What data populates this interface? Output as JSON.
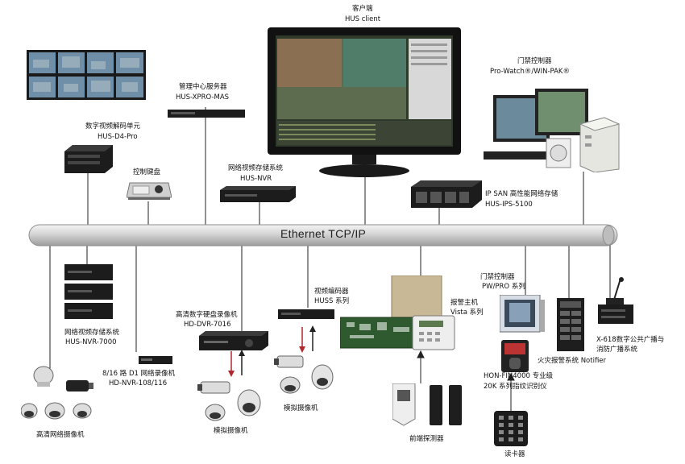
{
  "network": {
    "bus_label": "Ethernet TCP/IP"
  },
  "devices": {
    "client": {
      "line1": "客户端",
      "line2": "HUS client"
    },
    "management_server": {
      "line1": "管理中心服务器",
      "line2": "HUS-XPRO-MAS"
    },
    "decoder": {
      "line1": "数字视频解码单元",
      "line2": "HUS-D4-Pro"
    },
    "keyboard": {
      "line1": "控制键盘"
    },
    "nvr_storage": {
      "line1": "网络视频存储系统",
      "line2": "HUS-NVR"
    },
    "access_control_top": {
      "line1": "门禁控制器",
      "line2": "Pro-Watch®/WIN-PAK®"
    },
    "ipsan": {
      "line1": "IP SAN 高性能网络存储",
      "line2": "HUS-IPS-5100"
    },
    "nvr7000": {
      "line1": "网络视频存储系统",
      "line2": "HUS-NVR-7000"
    },
    "nvr108": {
      "line1": "8/16 路 D1 网络录像机",
      "line2": "HD-NVR-108/116"
    },
    "dvr": {
      "line1": "高清数字硬盘录像机",
      "line2": "HD-DVR-7016"
    },
    "encoder": {
      "line1": "视频编码器",
      "line2": "HUSS 系列"
    },
    "alarm_host": {
      "line1": "报警主机",
      "line2": "Vista 系列"
    },
    "access_control_bottom": {
      "line1": "门禁控制器",
      "line2": "PW/PRO 系列"
    },
    "fire_alarm": {
      "line1": "火灾报警系统 Notifier"
    },
    "broadcast": {
      "line1": "X-618数字公共广播与",
      "line2": "消防广播系统"
    },
    "hd_ip_cameras": {
      "line1": "高清网络摄像机"
    },
    "analog_cameras_1": {
      "line1": "模拟摄像机"
    },
    "analog_cameras_2": {
      "line1": "模拟摄像机"
    },
    "detectors": {
      "line1": "前端探测器"
    },
    "fingerprint": {
      "line1": "HON-FIN4000 专业级",
      "line2": "20K 系列指纹识别仪"
    },
    "card_reader": {
      "line1": "读卡器"
    }
  },
  "colors": {
    "bus_fill": "#d9d9d9",
    "bus_stroke": "#9a9a9a",
    "wire": "#222222",
    "arrow_red": "#b0282d",
    "device_dark": "#1c1c1c"
  }
}
